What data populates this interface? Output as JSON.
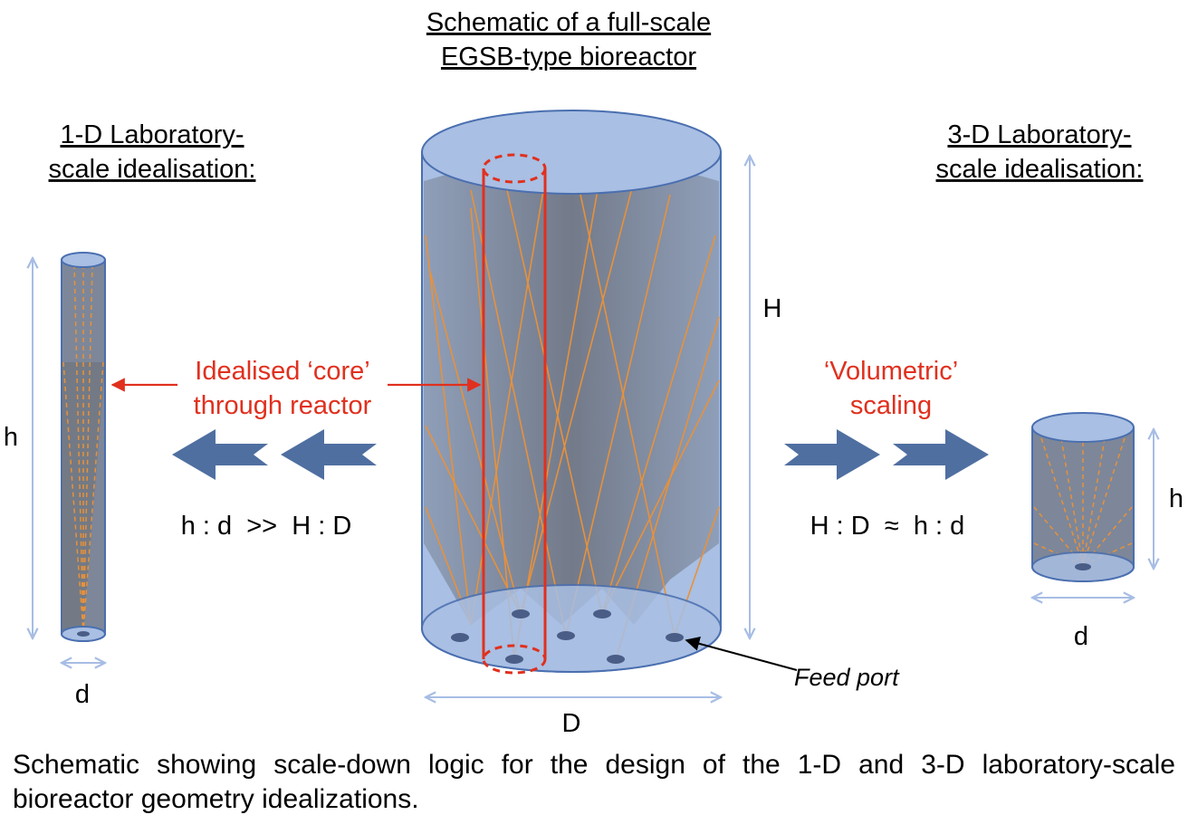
{
  "center": {
    "title_line1": "Schematic of a full-scale",
    "title_line2": "EGSB-type bioreactor",
    "label_H": "H",
    "label_D": "D",
    "feed_port": "Feed port"
  },
  "left": {
    "title_line1": "1-D Laboratory-",
    "title_line2": "scale idealisation:",
    "label_h": "h",
    "label_d": "d",
    "annotation_line1": "Idealised ‘core’",
    "annotation_line2": "through reactor",
    "ratio": "h : d  >>  H : D"
  },
  "right": {
    "title_line1": "3-D Laboratory-",
    "title_line2": "scale idealisation:",
    "label_h": "h",
    "label_d": "d",
    "annotation_line1": "‘Volumetric’",
    "annotation_line2": "scaling",
    "ratio": "H : D  ≈  h : d"
  },
  "caption": "Schematic showing scale-down logic for the design of the 1-D and 3-D laboratory-scale bioreactor geometry idealizations.",
  "colors": {
    "vessel_fill": "#a9bfe3",
    "vessel_stroke": "#4a6fb0",
    "cone_fill": "#5a5a4e",
    "cone_stroke": "#e8913a",
    "core_red": "#e0301e",
    "arrow_blue": "#4f6fa1",
    "dimension_line": "#a7bde4",
    "annotation_red": "#e0301e"
  }
}
